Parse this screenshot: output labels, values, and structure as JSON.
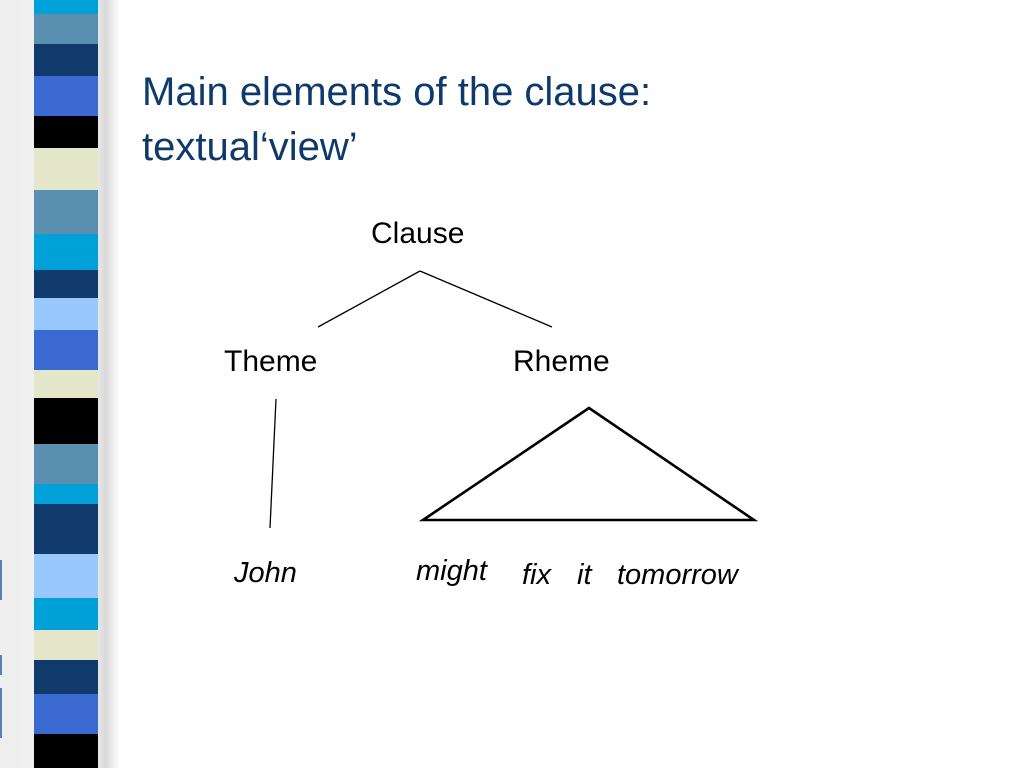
{
  "slide": {
    "title_line_1": "Main elements of the clause:",
    "title_line_2": "textual‘view’"
  },
  "diagram": {
    "root": "Clause",
    "branches": {
      "theme": "Theme",
      "rheme": "Rheme"
    },
    "words": {
      "theme_word": "John",
      "rheme_words": [
        "might",
        "fix",
        "it",
        "tomorrow"
      ]
    }
  },
  "colors": {
    "title": "#0e3a6b",
    "stripe_palette": [
      "#00a0d8",
      "#5b8fb0",
      "#0f3a6b",
      "#3a6ad0",
      "#000000",
      "#e3e6c8",
      "#99c8ff",
      "#0b66aa"
    ]
  }
}
